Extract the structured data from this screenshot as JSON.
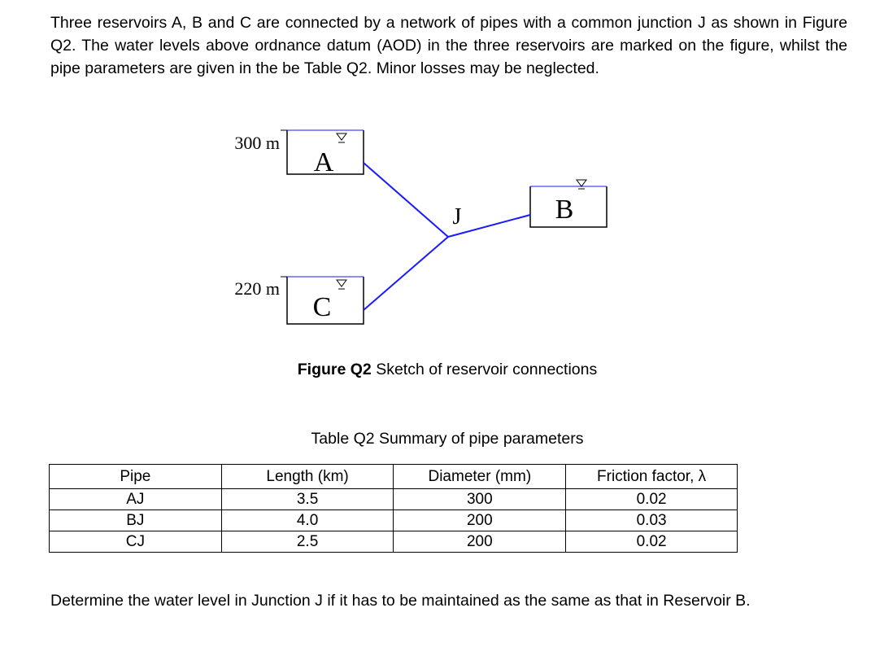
{
  "intro": "Three reservoirs A, B and C are connected by a network of pipes with a common junction J as shown in Figure Q2. The water levels above ordnance datum (AOD) in the three reservoirs are marked on the figure, whilst the pipe parameters are given in the be Table Q2. Minor losses may be neglected.",
  "figure": {
    "labels": {
      "A": "A",
      "B": "B",
      "C": "C",
      "J": "J",
      "level_A": "300 m",
      "level_C": "220 m"
    },
    "caption_bold": "Figure Q2",
    "caption_rest": " Sketch of reservoir connections",
    "colors": {
      "pipe": "#1a1aff",
      "outline": "#000000"
    }
  },
  "table": {
    "caption": "Table Q2 Summary of pipe parameters",
    "headers": [
      "Pipe",
      "Length (km)",
      "Diameter (mm)",
      "Friction factor, λ"
    ],
    "rows": [
      [
        "AJ",
        "3.5",
        "300",
        "0.02"
      ],
      [
        "BJ",
        "4.0",
        "200",
        "0.03"
      ],
      [
        "CJ",
        "2.5",
        "200",
        "0.02"
      ]
    ]
  },
  "question": "Determine the water level in Junction J if it has to be maintained as the same as that in Reservoir B."
}
